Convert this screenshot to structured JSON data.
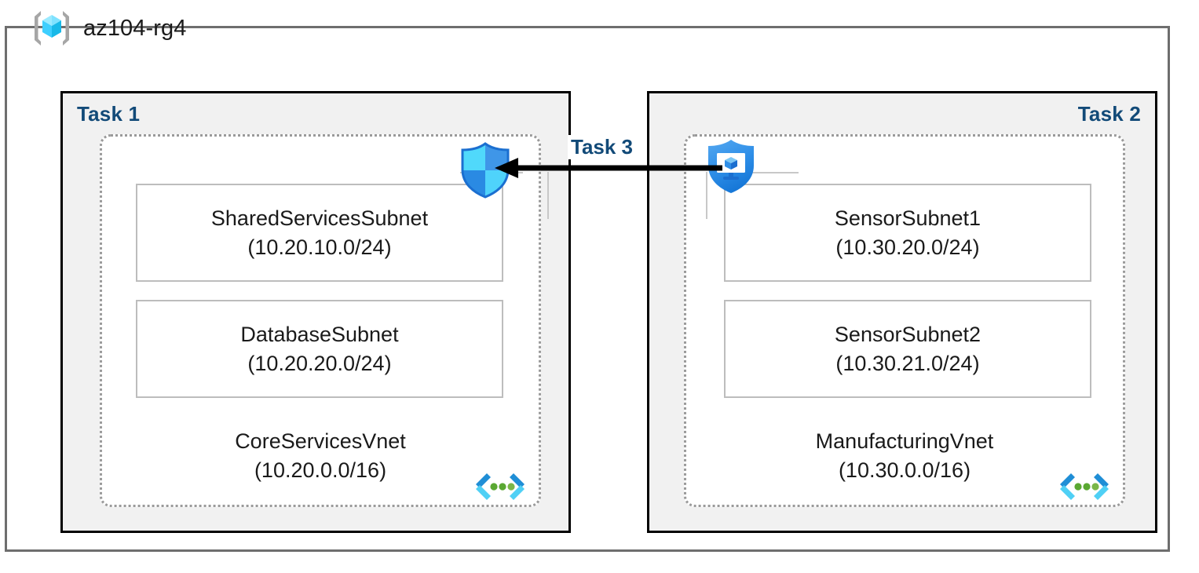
{
  "resource_group": {
    "name": "az104-rg4",
    "icon": "resource-group-cube-icon"
  },
  "tasks": [
    {
      "label": "Task 1",
      "align": "left",
      "vnet": {
        "name": "CoreServicesVnet",
        "cidr": "(10.20.0.0/16)",
        "icon": "virtual-network-icon",
        "subnets": [
          {
            "name": "SharedServicesSubnet",
            "cidr": "(10.20.10.0/24)"
          },
          {
            "name": "DatabaseSubnet",
            "cidr": "(10.20.20.0/24)"
          }
        ]
      }
    },
    {
      "label": "Task 2",
      "align": "right",
      "vnet": {
        "name": "ManufacturingVnet",
        "cidr": "(10.30.0.0/16)",
        "icon": "virtual-network-icon",
        "subnets": [
          {
            "name": "SensorSubnet1",
            "cidr": "(10.30.20.0/24)"
          },
          {
            "name": "SensorSubnet2",
            "cidr": "(10.30.21.0/24)"
          }
        ]
      }
    }
  ],
  "connection": {
    "label": "Task 3",
    "direction": "right-to-left",
    "source_icon": "defender-shield-icon",
    "target_icon": "firewall-shield-icon"
  },
  "colors": {
    "task_label": "#124a78",
    "panel_fill": "#f1f1f1",
    "panel_border": "#000000",
    "frame_border": "#6e6e6e",
    "vnet_border": "#9a9a9a",
    "subnet_border": "#bdbdbd",
    "arrow": "#000000",
    "azure_cyan": "#32c8f0",
    "azure_blue": "#2f9bed",
    "vnet_green": "#5aa832"
  }
}
